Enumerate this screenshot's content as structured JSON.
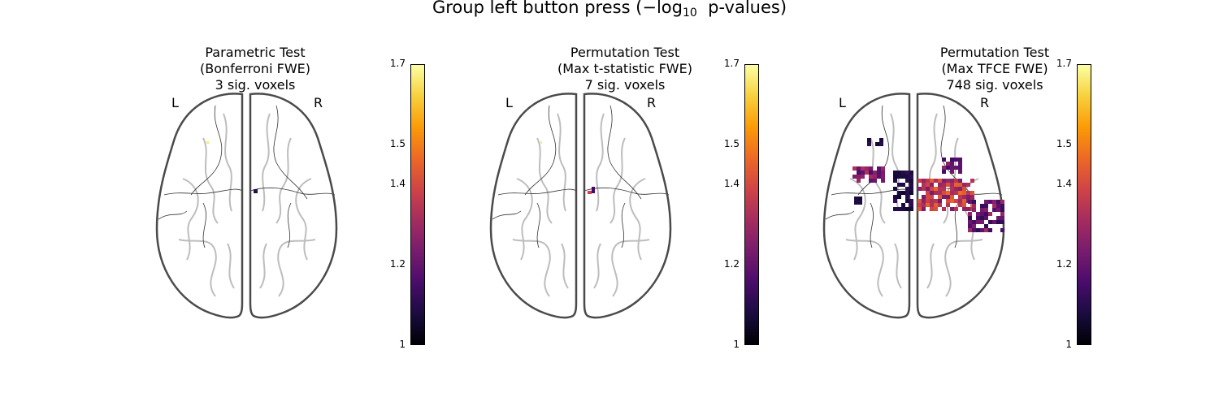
{
  "suptitle": {
    "prefix": "Group left button press (−log",
    "sub": "10",
    "suffix": "  p-values)"
  },
  "colormap": {
    "name": "inferno",
    "stops": [
      "#000004",
      "#1b0c41",
      "#4a0c6b",
      "#781c6d",
      "#a52c60",
      "#cf4446",
      "#ed6925",
      "#fb9b06",
      "#f7d13d",
      "#fcffa4"
    ]
  },
  "outline_colors": {
    "skull": "#4a4a4a",
    "sulci": "#bdbdbd",
    "vessels": "#333333"
  },
  "chart_data": [
    {
      "type": "heatmap",
      "panel": "left",
      "title_lines": [
        "Parametric Test",
        "(Bonferroni FWE)",
        "3 sig. voxels"
      ],
      "hemisphere_labels": {
        "left": "L",
        "right": "R"
      },
      "colorbar": {
        "vmin": 1,
        "vmax": 1.7,
        "tick_labels": [
          "1.7",
          "1.5",
          "1.4",
          "1.2",
          "1"
        ],
        "tick_values": [
          1.7,
          1.5,
          1.4,
          1.2,
          1.0
        ]
      },
      "significant_voxels": 3
    },
    {
      "type": "heatmap",
      "panel": "middle",
      "title_lines": [
        "Permutation Test",
        "(Max t-statistic FWE)",
        "7 sig. voxels"
      ],
      "hemisphere_labels": {
        "left": "L",
        "right": "R"
      },
      "colorbar": {
        "vmin": 1,
        "vmax": 1.7,
        "tick_labels": [
          "1.7",
          "1.5",
          "1.4",
          "1.2",
          "1"
        ],
        "tick_values": [
          1.7,
          1.5,
          1.4,
          1.2,
          1.0
        ]
      },
      "significant_voxels": 7
    },
    {
      "type": "heatmap",
      "panel": "right",
      "title_lines": [
        "Permutation Test",
        "(Max TFCE FWE)",
        "748 sig. voxels"
      ],
      "hemisphere_labels": {
        "left": "L",
        "right": "R"
      },
      "colorbar": {
        "vmin": 1,
        "vmax": 1.7,
        "tick_labels": [
          "1.7",
          "1.5",
          "1.4",
          "1.2",
          "1"
        ],
        "tick_values": [
          1.7,
          1.5,
          1.4,
          1.2,
          1.0
        ]
      },
      "significant_voxels": 748
    }
  ]
}
